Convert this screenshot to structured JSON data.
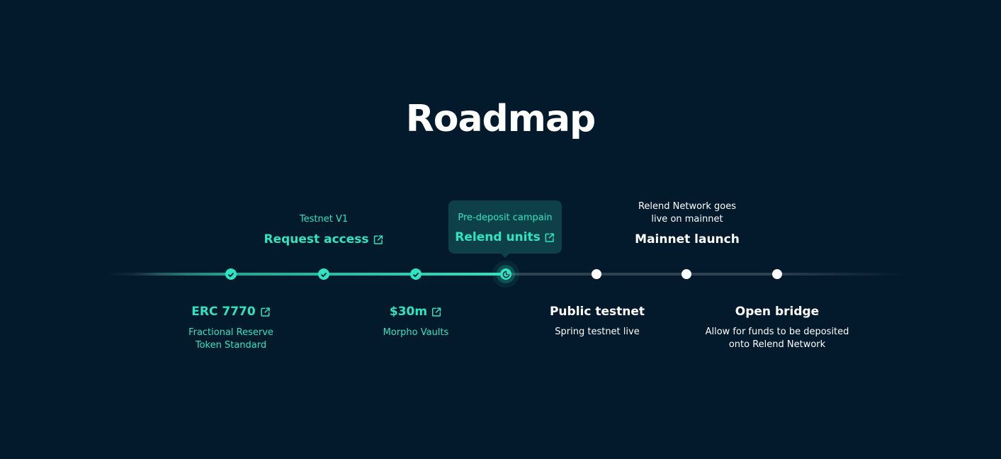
{
  "page": {
    "title": "Roadmap"
  },
  "milestones": [
    {
      "status": "done",
      "position": "below",
      "heading": "ERC 7770",
      "has_link": true,
      "sub_lines": [
        "Fractional Reserve",
        "Token Standard"
      ]
    },
    {
      "status": "done",
      "position": "above",
      "caption": "Testnet V1",
      "heading": "Request access",
      "has_link": true
    },
    {
      "status": "done",
      "position": "below",
      "heading": "$30m",
      "has_link": true,
      "sub_lines": [
        "Morpho Vaults"
      ]
    },
    {
      "status": "current",
      "position": "above",
      "caption": "Pre-deposit campain",
      "heading": "Relend units",
      "has_link": true,
      "highlighted": true
    },
    {
      "status": "upcoming",
      "position": "below",
      "heading": "Public testnet",
      "has_link": false,
      "sub_lines": [
        "Spring testnet live"
      ]
    },
    {
      "status": "upcoming",
      "position": "above",
      "caption_lines": [
        "Relend Network goes",
        "live on mainnet"
      ],
      "heading": "Mainnet launch",
      "has_link": false
    },
    {
      "status": "upcoming",
      "position": "below",
      "heading": "Open bridge",
      "has_link": false,
      "sub_lines": [
        "Allow for funds to be deposited",
        "onto Relend Network"
      ]
    }
  ],
  "colors": {
    "background": "#031a2c",
    "accent": "#2fe4c2",
    "callout": "#0d4049",
    "track": "#2d4352",
    "upcoming_node": "#ffffff"
  },
  "icons": {
    "done": "check-icon",
    "current": "progress-icon",
    "link": "external-link-icon"
  }
}
